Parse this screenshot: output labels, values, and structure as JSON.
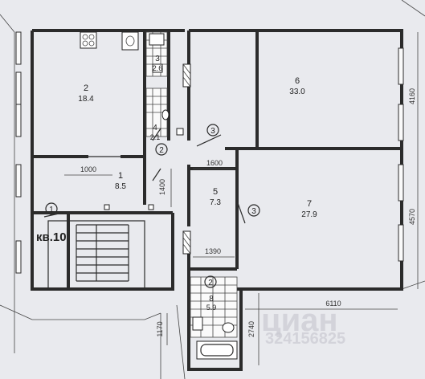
{
  "apartment_label": "кв.10",
  "rooms": [
    {
      "number": "1",
      "area": "8.5"
    },
    {
      "number": "2",
      "area": "18.4"
    },
    {
      "number": "3",
      "area": "2.6"
    },
    {
      "number": "4",
      "area": "2.1"
    },
    {
      "number": "5",
      "area": "7.3"
    },
    {
      "number": "6",
      "area": "33.0"
    },
    {
      "number": "7",
      "area": "27.9"
    },
    {
      "number": "8",
      "area": "5.9"
    }
  ],
  "markers": [
    "1",
    "2",
    "3",
    "3",
    "2"
  ],
  "dimensions": [
    "1000",
    "1400",
    "1600",
    "1390",
    "6110",
    "2740",
    "1170",
    "4570",
    "4160"
  ],
  "watermark": "циан",
  "watermark_number": "324156825",
  "colors": {
    "background": "#e9eaee",
    "wall": "#2b2b2b",
    "watermark": "#c9c9d2"
  }
}
